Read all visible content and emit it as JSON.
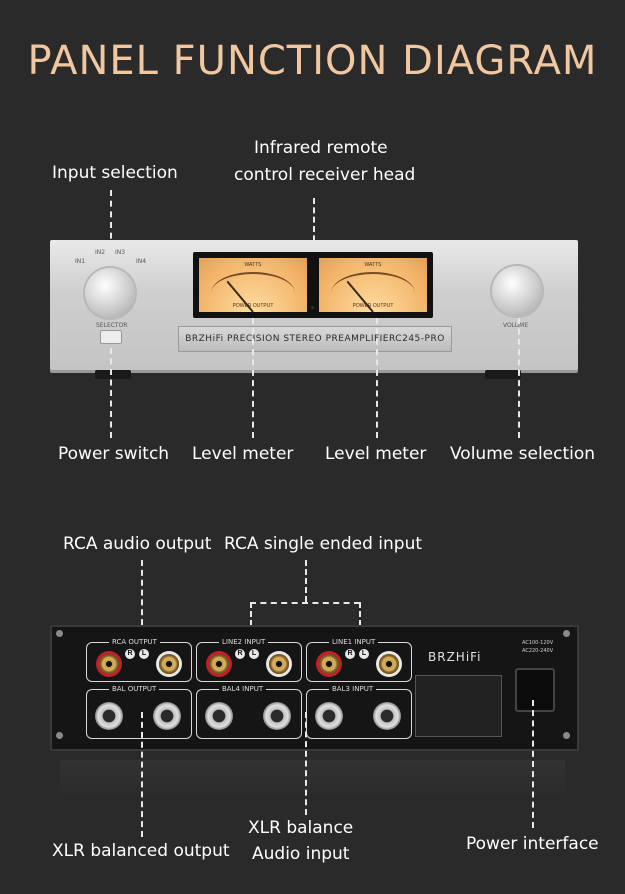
{
  "title": "PANEL FUNCTION DIAGRAM",
  "front_labels": {
    "input_selection": "Input selection",
    "ir_line1": "Infrared remote",
    "ir_line2": "control receiver head",
    "power_switch": "Power switch",
    "level_meter_left": "Level meter",
    "level_meter_right": "Level meter",
    "volume_selection": "Volume selection"
  },
  "front_panel": {
    "in1": "IN1",
    "in2": "IN2",
    "in3": "IN3",
    "in4": "IN4",
    "selector": "SELECTOR",
    "volume": "VOLUME",
    "meter_top_left": "WATTS",
    "meter_top_right": "WATTS",
    "meter_bottom_left": "POWER OUTPUT",
    "meter_bottom_right": "POWER OUTPUT",
    "brand_line": "BRZHiFi PRECISION STEREO PREAMPLIFIERC245-PRO"
  },
  "rear_labels": {
    "rca_audio_output": "RCA audio output",
    "rca_single_ended_input": "RCA single ended input",
    "xlr_balanced_output": "XLR balanced output",
    "xlr_balance_line1": "XLR balance",
    "xlr_balance_line2": "Audio input",
    "power_interface": "Power interface"
  },
  "rear_panel": {
    "rca_output": "RCA OUTPUT",
    "line2_input": "LINE2 INPUT",
    "line1_input": "LINE1 INPUT",
    "bal_output": "BAL OUTPUT",
    "bal4_input": "BAL4 INPUT",
    "bal3_input": "BAL3 INPUT",
    "brand": "BRZHiFi",
    "ac1": "AC100-120V",
    "ac2": "AC220-240V",
    "r": "R",
    "l": "L"
  }
}
